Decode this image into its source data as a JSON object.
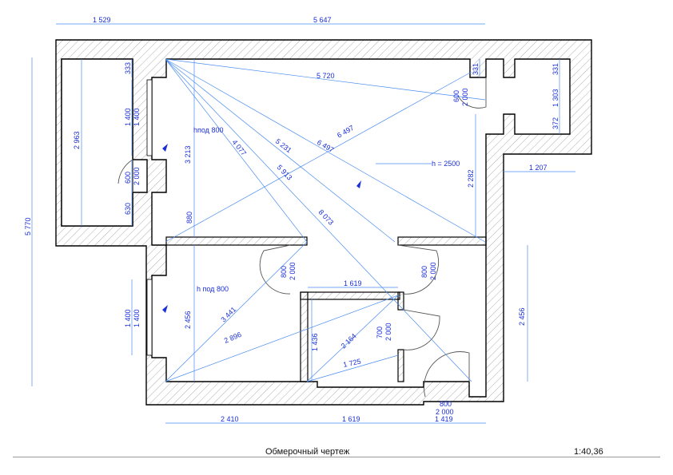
{
  "title": "Обмерочный чертеж",
  "scale": "1:40,36",
  "colors": {
    "dimension": "#1a2fd6",
    "wall": "#000000",
    "hatch": "#9a9a9a",
    "door": "#555555"
  },
  "dimensions": {
    "top_left": "1 529",
    "top_main": "5 647",
    "left_total": "5 770",
    "bedroom_height": "2 963",
    "window1_top": "333",
    "window1_width_a": "1 400",
    "window1_width_b": "1 400",
    "door1_width": "600",
    "door1_height": "2 000",
    "bedroom_lower": "630",
    "hall_window_label": "hпод 800",
    "room_height_left": "3 213",
    "diag_4077": "4 077",
    "diag_5231": "5 231",
    "diag_5913": "5 913",
    "diag_6497_a": "6 497",
    "diag_6497_b": "6 497",
    "diag_8073": "8 073",
    "diag_5720": "5 720",
    "h_label": "h = 2500",
    "right_upper_331_a": "331",
    "right_upper_331_b": "331",
    "right_door_w": "600",
    "right_door_h": "2 000",
    "right_side_1303": "1 303",
    "right_side_372": "372",
    "right_height_2282": "2 282",
    "ledge_1207": "1 207",
    "hall_880": "880",
    "door2_w": "800",
    "door2_h": "2 000",
    "door3_w": "800",
    "door3_h": "2 000",
    "bath_width": "1 619",
    "bath_height": "1 436",
    "bath_diag_2164": "2 164",
    "bath_diag_1725": "1 725",
    "door4_w": "700",
    "door4_h": "2 000",
    "kitchen_window_label": "h под 800",
    "kitchen_window_a": "1 400",
    "kitchen_window_b": "1 400",
    "kitchen_height_left": "2 456",
    "kitchen_diag_3441": "3 441",
    "kitchen_diag_2896": "2 896",
    "right_height_2456": "2 456",
    "entry_door_w": "800",
    "entry_door_h": "2 000",
    "bottom_2410": "2 410",
    "bottom_1619": "1 619",
    "bottom_1419": "1 419"
  }
}
